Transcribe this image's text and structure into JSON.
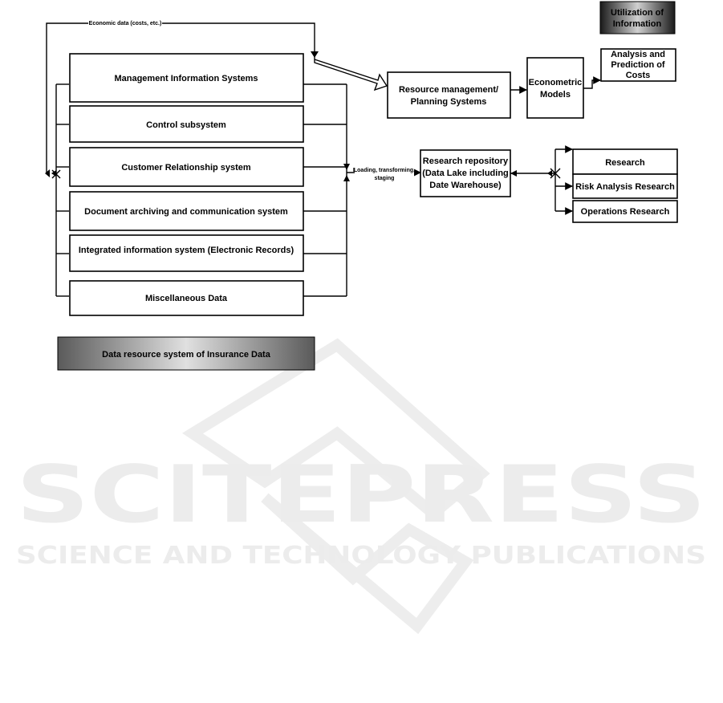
{
  "watermark": {
    "brand": "SCITEPRESS",
    "tagline": "SCIENCE AND TECHNOLOGY PUBLICATIONS"
  },
  "headers": {
    "utilization": [
      "Utilization of",
      "Information"
    ],
    "data_resource": "Data resource system of Insurance Data"
  },
  "sources": [
    "Management Information Systems",
    "Control subsystem",
    "Customer Relationship system",
    "Document archiving and communication system",
    "Integrated  information system (Electronic Records)",
    "Miscellaneous Data"
  ],
  "flow_labels": {
    "economic": "Economic data (costs, etc.)",
    "loading": [
      "Loading, transforming,",
      "staging"
    ]
  },
  "planning": [
    "Resource management/",
    "Planning Systems"
  ],
  "econometric": [
    "Econometric",
    "Models"
  ],
  "analysis": [
    "Analysis and",
    "Prediction of",
    "Costs"
  ],
  "repository": [
    "Research repository",
    "(Data Lake including",
    "Date Warehouse)"
  ],
  "research": [
    "Research",
    "Risk Analysis  Research",
    "Operations Research"
  ],
  "colors": {
    "dark_header": "#000000",
    "gradient_mid": "#cfcfcf",
    "watermark": "#ececec"
  }
}
